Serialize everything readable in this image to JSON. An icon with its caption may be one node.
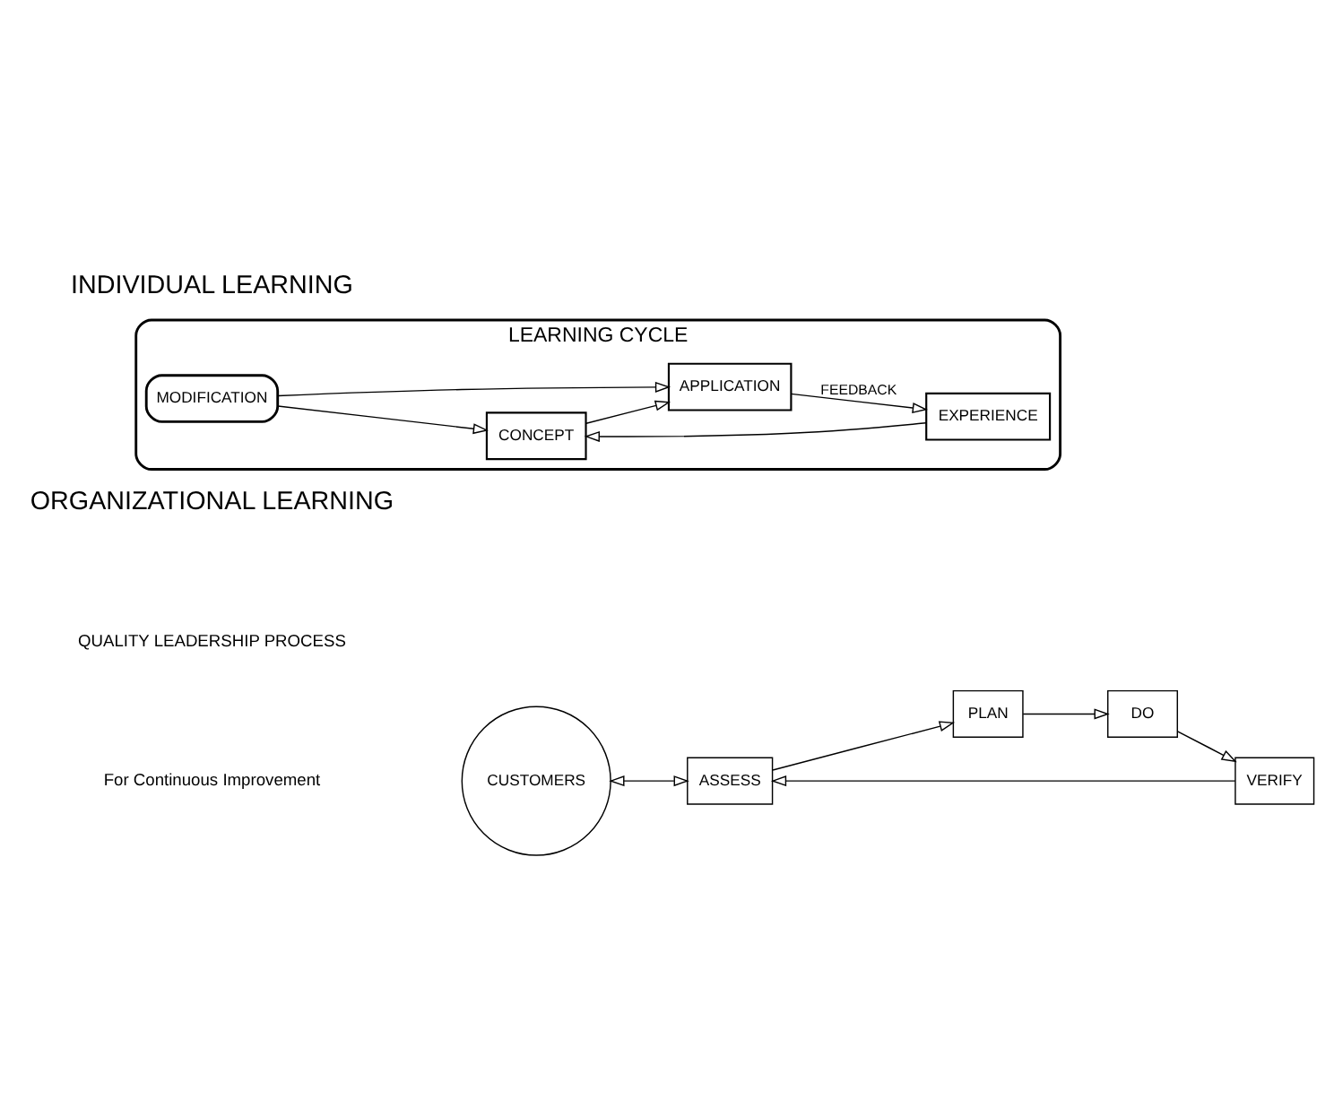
{
  "diagram": {
    "nodes": [
      {
        "text": [
          "CUSTOMERS"
        ]
      },
      {
        "text": [
          "ASSESS"
        ]
      },
      {
        "text": [
          "PLAN"
        ]
      },
      {
        "text": [
          "DO"
        ]
      },
      {
        "text": [
          "VERIFY"
        ]
      },
      {
        "text": [
          "LEARNING CYCLE"
        ]
      },
      {
        "text": [
          "CONCEPT"
        ],
        "in": 5
      },
      {
        "text": [
          "APPLICATION"
        ],
        "in": 5
      },
      {
        "text": [
          "EXPERIENCE"
        ],
        "in": 5
      },
      {
        "text": [
          "MODIFICATION"
        ],
        "in": 5
      }
    ],
    "edges": [
      {
        "from": 0,
        "to": 1,
        "arrow": "both"
      },
      {
        "from": 1,
        "to": 2,
        "arrow": "to"
      },
      {
        "from": 2,
        "to": 3,
        "arrow": "to"
      },
      {
        "from": 3,
        "to": 4,
        "arrow": "to"
      },
      {
        "from": 4,
        "to": 1,
        "arrow": "to"
      },
      {
        "from": 6,
        "to": 7,
        "arrow": "to"
      },
      {
        "from": 9,
        "to": 7,
        "arrow": "to"
      },
      {
        "from": 7,
        "to": 8,
        "arrow": "to",
        "label": "FEEDBACK"
      },
      {
        "from": 8,
        "to": 6,
        "arrow": "to"
      },
      {
        "from": 9,
        "to": 6,
        "arrow": "to"
      }
    ],
    "labels": [
      "ORGANIZATIONAL LEARNING",
      "QUALITY LEADERSHIP PROCESS",
      "For Continuous Improvement",
      "INDIVIDUAL LEARNING"
    ]
  }
}
